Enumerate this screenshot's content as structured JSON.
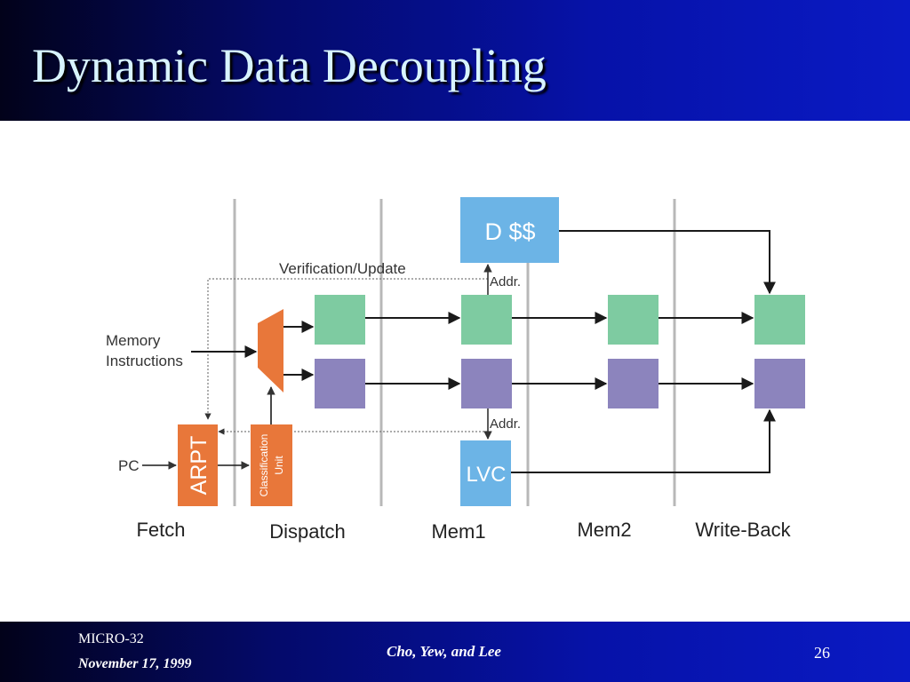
{
  "slide": {
    "title": "Dynamic Data Decoupling"
  },
  "footer": {
    "conference": "MICRO-32",
    "date": "November 17, 1999",
    "authors": "Cho, Yew, and Lee",
    "page_number": "26"
  },
  "diagram": {
    "stages": [
      "Fetch",
      "Dispatch",
      "Mem1",
      "Mem2",
      "Write-Back"
    ],
    "labels": {
      "memory_instructions_line1": "Memory",
      "memory_instructions_line2": "Instructions",
      "pc": "PC",
      "arpt": "ARPT",
      "classification_line1": "Classification",
      "classification_line2": "Unit",
      "dcache": "D $$",
      "lvc": "LVC",
      "verification": "Verification/Update",
      "addr_top": "Addr.",
      "addr_bottom": "Addr."
    },
    "colors": {
      "green_stage": "#7ecba1",
      "purple_stage": "#8c84bd",
      "blue_unit": "#6cb4e6",
      "orange_unit": "#e8773a",
      "title_text": "#d8f4ff"
    }
  }
}
